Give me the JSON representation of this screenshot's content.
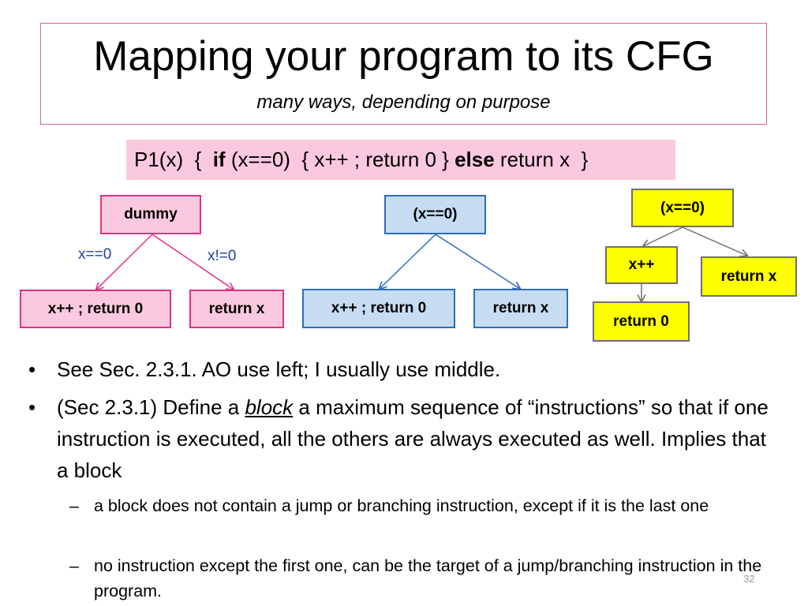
{
  "slide": {
    "title": "Mapping your program to its CFG",
    "subtitle": "many ways, depending on purpose",
    "code": {
      "part1": "P1(x)  {  ",
      "kw_if": "if",
      "part2": " (x==0)  { x++ ; return 0 } ",
      "kw_else": "else",
      "part3": " return x  }"
    },
    "page_number": "32"
  },
  "diagrams": {
    "left": {
      "root": "dummy",
      "left_child": "x++ ; return 0",
      "right_child": "return x",
      "left_edge_label": "x==0",
      "right_edge_label": "x!=0",
      "color": "#e0308a"
    },
    "middle": {
      "root": "(x==0)",
      "left_child": "x++ ; return 0",
      "right_child": "return x",
      "color": "#2f6eb5"
    },
    "right": {
      "root": "(x==0)",
      "left_child": "x++",
      "right_child": "return x",
      "grandchild": "return 0",
      "color": "#707070"
    }
  },
  "bullets": [
    {
      "text": "See Sec. 2.3.1. AO use left; I usually use middle."
    },
    {
      "pre": "(Sec 2.3.1) Define a ",
      "emph": "block",
      "post": " a maximum sequence of “instructions” so that if one instruction is executed, all the others are always executed as well. Implies that a block"
    }
  ],
  "sub_bullets": [
    "a block does not contain a jump or branching instruction, except if it is the last one",
    "no instruction except the first one, can be the target of a jump/branching instruction in the program."
  ]
}
